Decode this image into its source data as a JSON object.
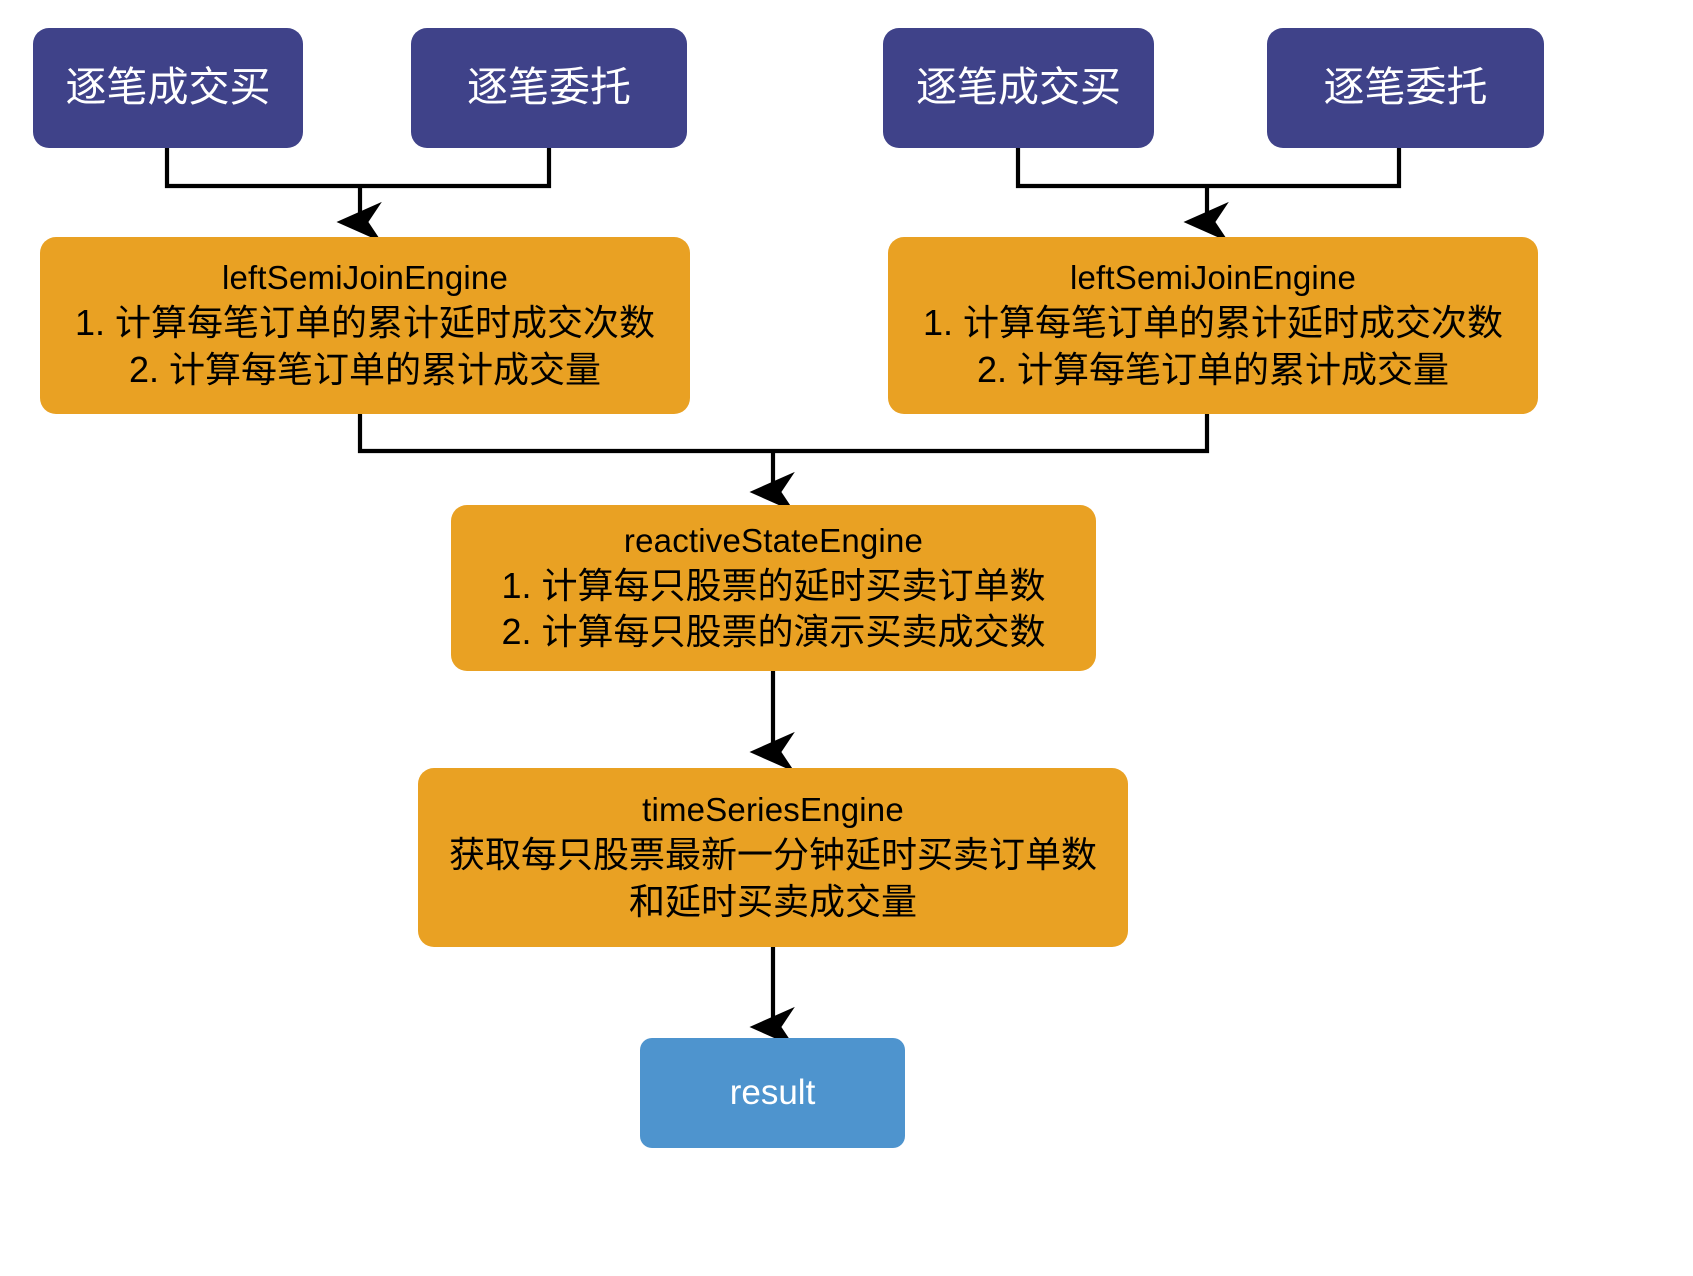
{
  "diagram": {
    "type": "flowchart",
    "title": "",
    "colors": {
      "source_box": "#3f4289",
      "engine_box": "#E9A123",
      "result_box": "#4E94CE",
      "connector": "#000000",
      "background": "#ffffff"
    },
    "nodes": {
      "src_left_trade": {
        "label": "逐笔成交买"
      },
      "src_left_order": {
        "label": "逐笔委托"
      },
      "src_right_trade": {
        "label": "逐笔成交买"
      },
      "src_right_order": {
        "label": "逐笔委托"
      },
      "join_left": {
        "title": "leftSemiJoinEngine",
        "line1": "1. 计算每笔订单的累计延时成交次数",
        "line2": "2. 计算每笔订单的累计成交量"
      },
      "join_right": {
        "title": "leftSemiJoinEngine",
        "line1": "1. 计算每笔订单的累计延时成交次数",
        "line2": "2. 计算每笔订单的累计成交量"
      },
      "reactive_state": {
        "title": "reactiveStateEngine",
        "line1": "1. 计算每只股票的延时买卖订单数",
        "line2": "2. 计算每只股票的演示买卖成交数"
      },
      "time_series": {
        "title": "timeSeriesEngine",
        "line1": "获取每只股票最新一分钟延时买卖订单数",
        "line2": "和延时买卖成交量"
      },
      "result": {
        "label": "result"
      }
    },
    "edges": [
      {
        "from": "src_left_trade",
        "to": "join_left",
        "style": "elbow-merge"
      },
      {
        "from": "src_left_order",
        "to": "join_left",
        "style": "elbow-merge"
      },
      {
        "from": "src_right_trade",
        "to": "join_right",
        "style": "elbow-merge"
      },
      {
        "from": "src_right_order",
        "to": "join_right",
        "style": "elbow-merge"
      },
      {
        "from": "join_left",
        "to": "reactive_state",
        "style": "elbow-merge"
      },
      {
        "from": "join_right",
        "to": "reactive_state",
        "style": "elbow-merge"
      },
      {
        "from": "reactive_state",
        "to": "time_series",
        "style": "straight"
      },
      {
        "from": "time_series",
        "to": "result",
        "style": "straight"
      }
    ]
  }
}
